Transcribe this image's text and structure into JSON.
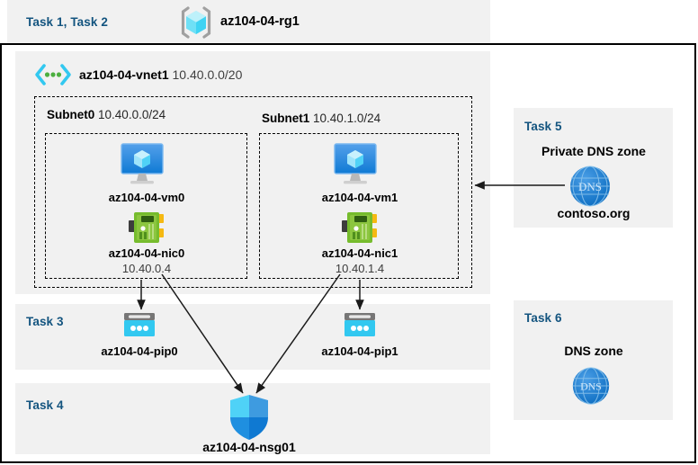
{
  "diagram": {
    "title": "Azure AZ-104-04 lab resource diagram",
    "colors": {
      "panel_bg": "#f1f1f1",
      "task_label": "#13547f",
      "azure_blue": "#0078d4",
      "cyan": "#32c8f0",
      "nic_green": "#76bc2d",
      "dns_blue": "#1e7fd4"
    }
  },
  "resource_group": {
    "task_label": "Task 1, Task 2",
    "icon": "resource-group-cube-icon",
    "name": "az104-04-rg1"
  },
  "vnet": {
    "icon": "virtual-network-icon",
    "name": "az104-04-vnet1",
    "address_space": "10.40.0.0/20"
  },
  "subnets": [
    {
      "label": "Subnet0",
      "cidr": "10.40.0.0/24",
      "vm": {
        "icon": "virtual-machine-icon",
        "name": "az104-04-vm0"
      },
      "nic": {
        "icon": "network-interface-icon",
        "name": "az104-04-nic0",
        "ip": "10.40.0.4"
      }
    },
    {
      "label": "Subnet1",
      "cidr": "10.40.1.0/24",
      "vm": {
        "icon": "virtual-machine-icon",
        "name": "az104-04-vm1"
      },
      "nic": {
        "icon": "network-interface-icon",
        "name": "az104-04-nic1",
        "ip": "10.40.1.4"
      }
    }
  ],
  "task3": {
    "task_label": "Task 3",
    "public_ips": [
      {
        "icon": "public-ip-address-icon",
        "name": "az104-04-pip0"
      },
      {
        "icon": "public-ip-address-icon",
        "name": "az104-04-pip1"
      }
    ]
  },
  "task4": {
    "task_label": "Task 4",
    "nsg": {
      "icon": "network-security-group-shield-icon",
      "name": "az104-04-nsg01"
    }
  },
  "task5": {
    "task_label": "Task 5",
    "heading": "Private DNS zone",
    "icon": "dns-zone-globe-icon",
    "icon_text": "DNS",
    "zone_name": "contoso.org"
  },
  "task6": {
    "task_label": "Task 6",
    "heading": "DNS zone",
    "icon": "dns-zone-globe-icon",
    "icon_text": "DNS"
  }
}
